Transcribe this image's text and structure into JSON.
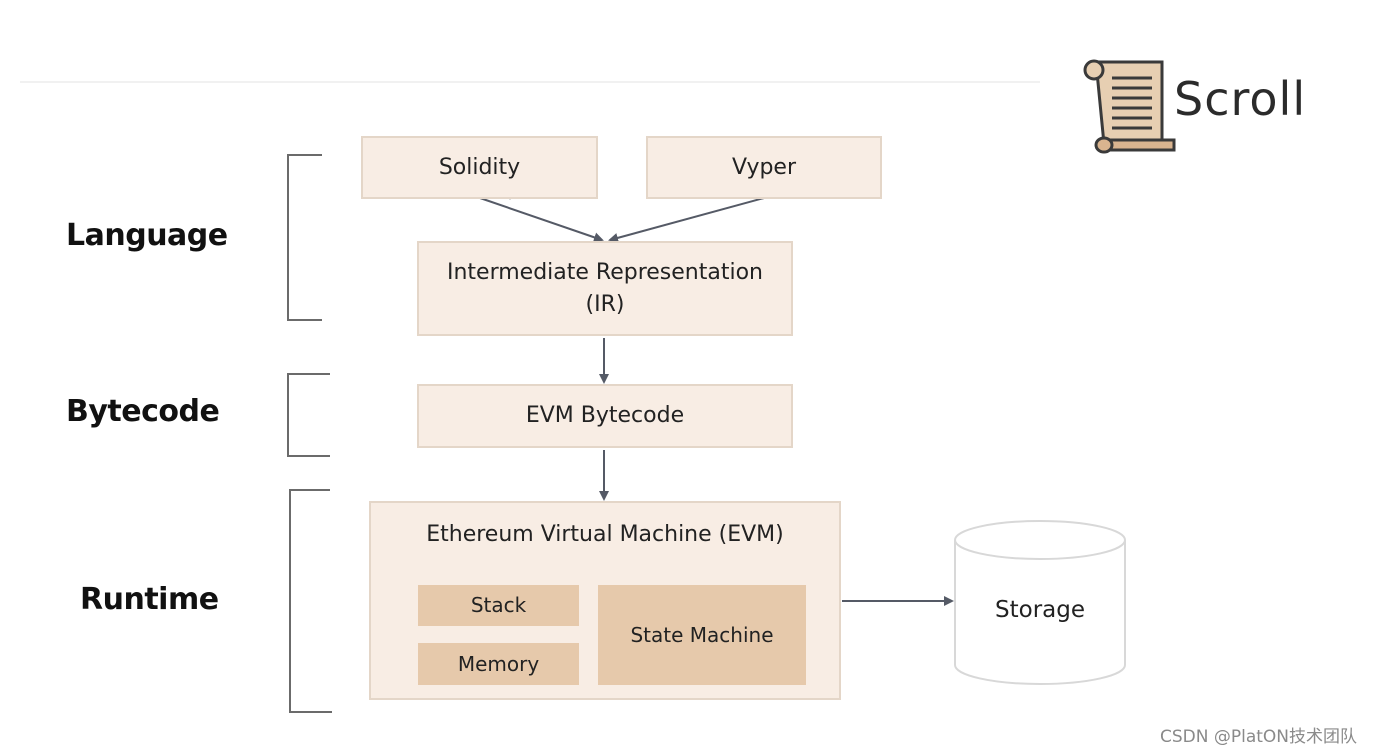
{
  "logo": {
    "text": "Scroll"
  },
  "layers": {
    "language": "Language",
    "bytecode": "Bytecode",
    "runtime": "Runtime"
  },
  "boxes": {
    "solidity": "Solidity",
    "vyper": "Vyper",
    "ir_line1": "Intermediate Representation",
    "ir_line2": "(IR)",
    "evm_bytecode": "EVM Bytecode",
    "evm_title": "Ethereum Virtual Machine (EVM)",
    "stack": "Stack",
    "memory": "Memory",
    "state_machine": "State Machine",
    "storage": "Storage"
  },
  "watermark": "CSDN @PlatON技术团队",
  "colors": {
    "box_fill": "#f8ede4",
    "box_border": "#e4d6c8",
    "inner_fill": "#e6c9ab",
    "arrow": "#555a66",
    "bracket": "#6b6b6b"
  }
}
